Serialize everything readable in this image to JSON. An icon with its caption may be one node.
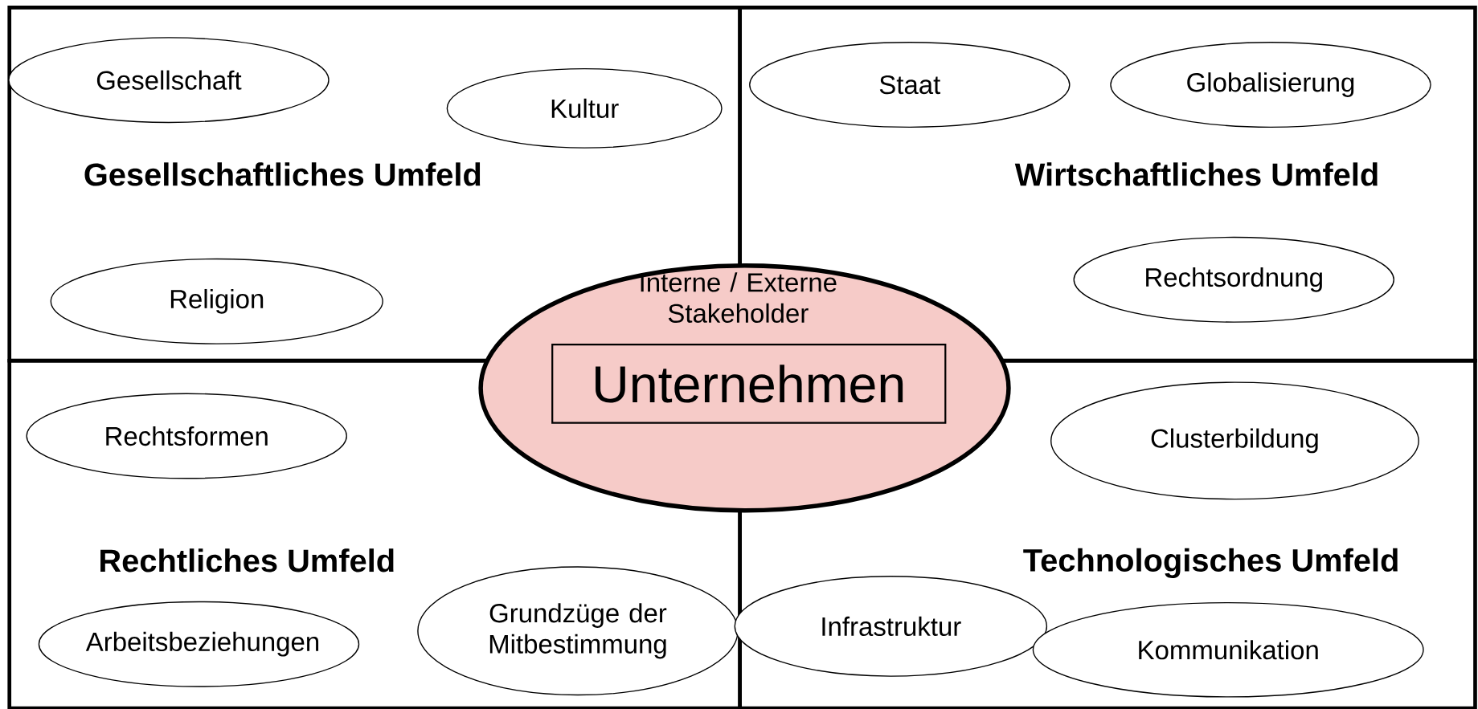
{
  "diagram": {
    "nodes": [
      {
        "text": [
          "Gesellschaftliches Umfeld"
        ]
      },
      {
        "text": [
          "Gesellschaft"
        ],
        "in": 0
      },
      {
        "text": [
          "Kultur"
        ],
        "in": 0
      },
      {
        "text": [
          "Religion"
        ],
        "in": 0
      },
      {
        "text": [
          "Wirtschaftliches Umfeld"
        ]
      },
      {
        "text": [
          "Staat"
        ],
        "in": 4
      },
      {
        "text": [
          "Globalisierung"
        ],
        "in": 4
      },
      {
        "text": [
          "Rechtsordnung"
        ],
        "in": 4
      },
      {
        "text": [
          "Interne / Externe Stakeholder"
        ]
      },
      {
        "text": [
          "Unternehmen"
        ],
        "in": 8
      },
      {
        "text": [
          "Rechtliches Umfeld"
        ]
      },
      {
        "text": [
          "Rechtsformen"
        ],
        "in": 10
      },
      {
        "text": [
          "Arbeitsbeziehungen"
        ],
        "in": 10
      },
      {
        "text": [
          "Grundzüge der Mitbestimmung"
        ],
        "in": 10
      },
      {
        "text": [
          "Technologisches Umfeld"
        ]
      },
      {
        "text": [
          "Clusterbildung"
        ],
        "in": 14
      },
      {
        "text": [
          "Infrastruktur"
        ],
        "in": 14
      },
      {
        "text": [
          "Kommunikation"
        ],
        "in": 14
      }
    ]
  }
}
